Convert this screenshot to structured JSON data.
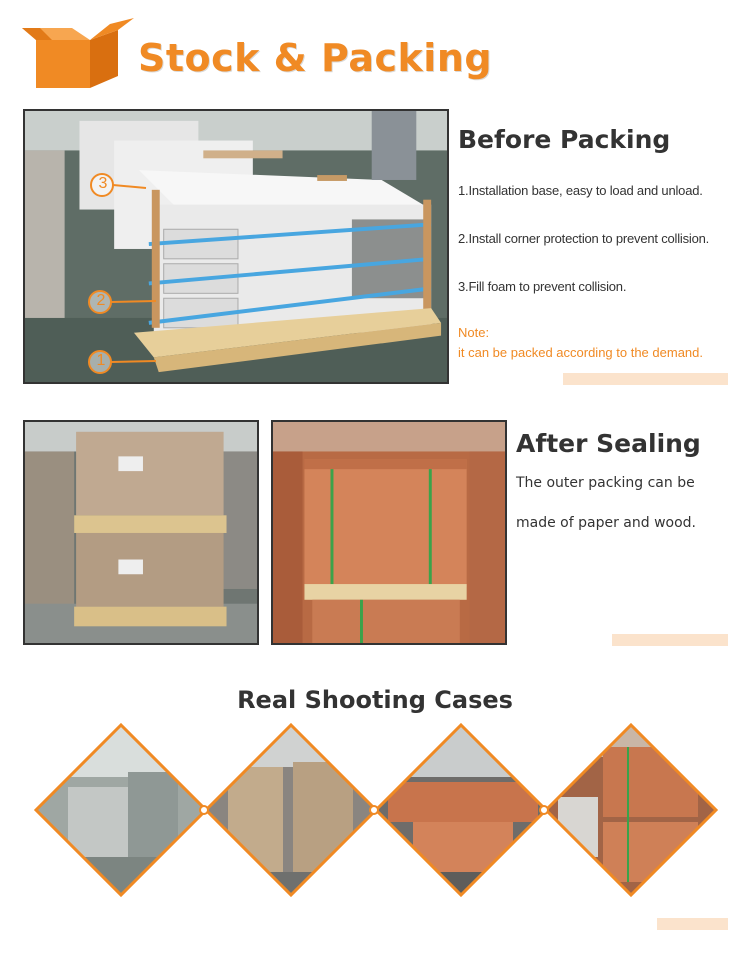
{
  "header": {
    "title": "Stock & Packing",
    "icon": "open-box-icon",
    "accent_color": "#f08a24"
  },
  "before_packing": {
    "heading": "Before Packing",
    "items": [
      "1.Installation base, easy to load and unload.",
      "2.Install corner protection to prevent collision.",
      "3.Fill foam to prevent collision."
    ],
    "note_label": "Note:",
    "note_text": "it can be packed according to the demand.",
    "callouts": [
      "3",
      "2",
      "1"
    ]
  },
  "after_sealing": {
    "heading": "After Sealing",
    "lines": [
      "The outer packing can be",
      "made of paper and wood."
    ]
  },
  "real_cases": {
    "heading": "Real Shooting Cases"
  }
}
